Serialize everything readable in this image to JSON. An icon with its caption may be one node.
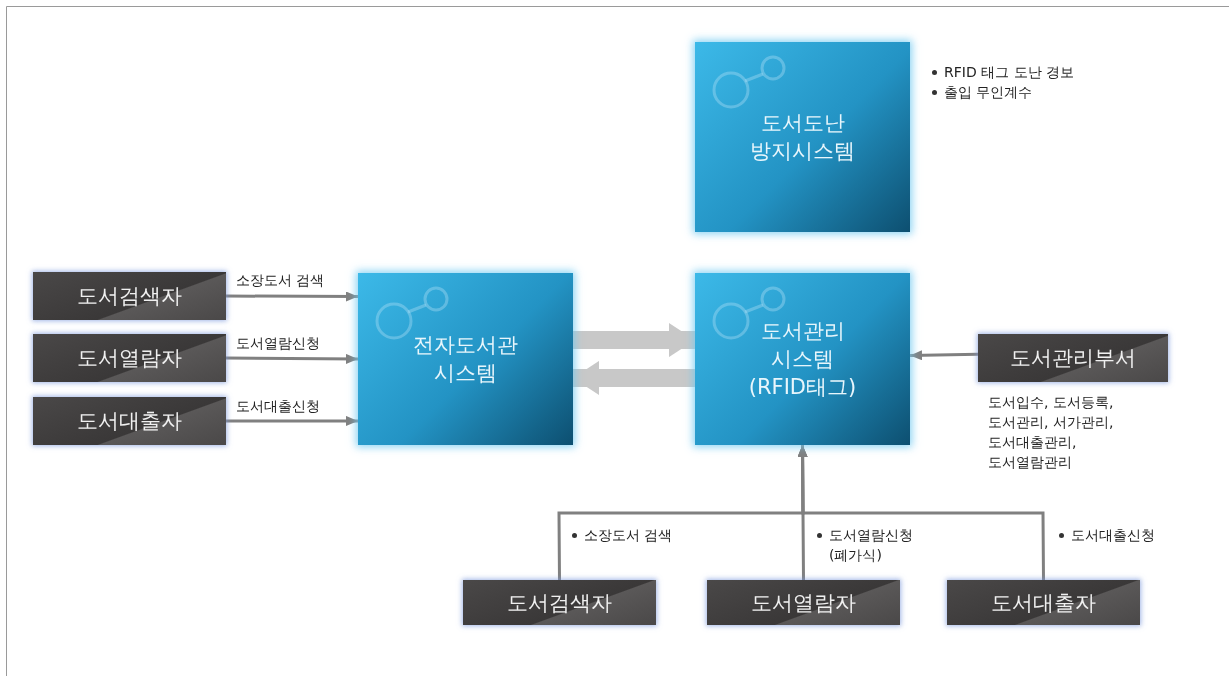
{
  "diagram": {
    "nodes": [
      {
        "text": [
          "도서도난 방지시스템"
        ],
        "beside": [
          "RFID 태그 도난 경보",
          "출입 무인계수"
        ]
      },
      {
        "text": [
          "도서검색자"
        ]
      },
      {
        "text": [
          "도서열람자"
        ]
      },
      {
        "text": [
          "도서대출자"
        ]
      },
      {
        "text": [
          "전자도서관 시스템"
        ]
      },
      {
        "text": [
          "도서관리 시스템 (RFID태그)"
        ]
      },
      {
        "text": [
          "도서관리부서"
        ],
        "beside": [
          "도서입수, 도서등록, 도서관리, 서가관리, 도서대출관리, 도서열람관리"
        ]
      },
      {
        "text": [
          "도서검색자"
        ]
      },
      {
        "text": [
          "도서열람자"
        ]
      },
      {
        "text": [
          "도서대출자"
        ]
      }
    ],
    "edges": [
      {
        "from": 1,
        "to": 4,
        "arrow": "to",
        "label": "소장도서 검색"
      },
      {
        "from": 2,
        "to": 4,
        "arrow": "to",
        "label": "도서열람신청"
      },
      {
        "from": 3,
        "to": 4,
        "arrow": "to",
        "label": "도서대출신청"
      },
      {
        "from": 4,
        "to": 5,
        "arrow": "to",
        "style": "thick",
        "color": "#c8c8c8"
      },
      {
        "from": 5,
        "to": 4,
        "arrow": "to",
        "style": "thick",
        "color": "#c8c8c8"
      },
      {
        "from": 6,
        "to": 5,
        "arrow": "to"
      },
      {
        "from": 7,
        "to": 5,
        "arrow": "to",
        "label": "소장도서 검색"
      },
      {
        "from": 8,
        "to": 5,
        "arrow": "to",
        "label": "도서열람신청 (폐가식)"
      },
      {
        "from": 9,
        "to": 5,
        "arrow": "to",
        "label": "도서대출신청"
      }
    ]
  }
}
